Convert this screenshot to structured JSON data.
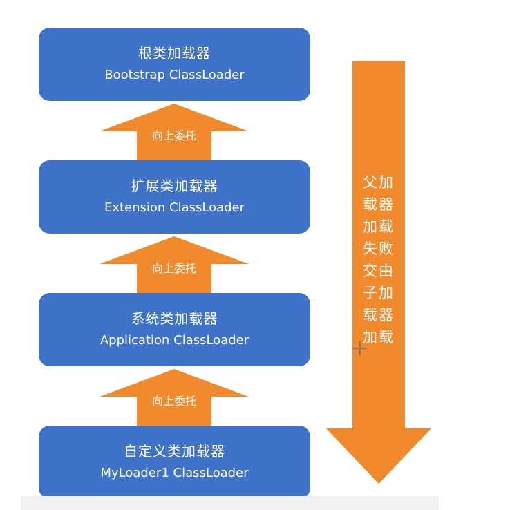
{
  "loaders": [
    {
      "cn": "根类加载器",
      "en": "Bootstrap ClassLoader"
    },
    {
      "cn": "扩展类加载器",
      "en": "Extension ClassLoader"
    },
    {
      "cn": "系统类加载器",
      "en": "Application ClassLoader"
    },
    {
      "cn": "自定义类加载器",
      "en": "MyLoader1 ClassLoader"
    }
  ],
  "up_arrows": [
    {
      "label": "向上委托"
    },
    {
      "label": "向上委托"
    },
    {
      "label": "向上委托"
    }
  ],
  "down_arrow": {
    "label": "父加载器加载失败交由子加载器加载"
  },
  "colors": {
    "box": "#3f72c9",
    "arrow": "#f08a2c",
    "text": "#ffffff"
  },
  "icons": {
    "cursor": "crosshair-cursor-icon"
  }
}
